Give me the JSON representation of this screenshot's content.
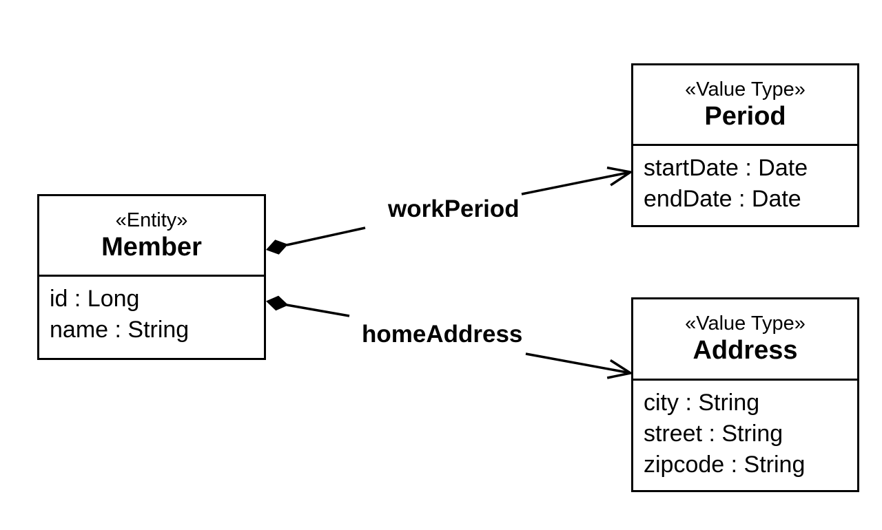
{
  "diagram": {
    "type": "uml-class-diagram",
    "colors": {
      "stroke": "#000000",
      "background": "#ffffff",
      "box_fill": "#ffffff",
      "text": "#000000"
    },
    "classes": [
      {
        "id": "member",
        "stereotype": "«Entity»",
        "name": "Member",
        "attributes": [
          "id : Long",
          "name : String"
        ]
      },
      {
        "id": "period",
        "stereotype": "«Value Type»",
        "name": "Period",
        "attributes": [
          "startDate : Date",
          "endDate : Date"
        ]
      },
      {
        "id": "address",
        "stereotype": "«Value Type»",
        "name": "Address",
        "attributes": [
          "city : String",
          "street : String",
          "zipcode : String"
        ]
      }
    ],
    "relations": [
      {
        "label": "workPeriod",
        "from": "Member",
        "to": "Period",
        "type": "composition",
        "source_marker": "filled-diamond",
        "target_marker": "open-arrow"
      },
      {
        "label": "homeAddress",
        "from": "Member",
        "to": "Address",
        "type": "composition",
        "source_marker": "filled-diamond",
        "target_marker": "open-arrow"
      }
    ]
  }
}
